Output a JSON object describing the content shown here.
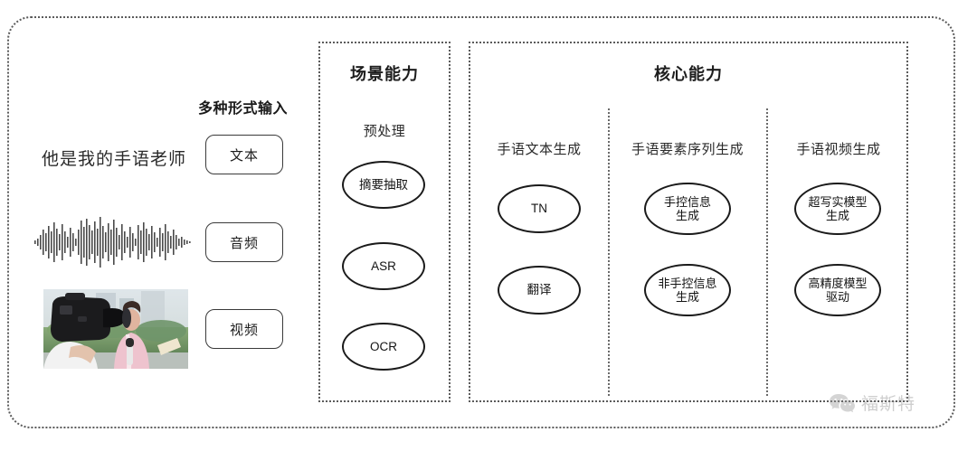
{
  "frame": {
    "name": "diagram-outer-frame"
  },
  "left_column": {
    "heading": "多种形式输入",
    "sample_sentence": "他是我的手语老师",
    "items": [
      {
        "label": "文本",
        "media": "text-sentence"
      },
      {
        "label": "音频",
        "media": "audio-waveform"
      },
      {
        "label": "视频",
        "media": "video-thumbnail"
      }
    ]
  },
  "scene_panel": {
    "title": "场景能力",
    "subtitle": "预处理",
    "nodes": [
      "摘要抽取",
      "ASR",
      "OCR"
    ]
  },
  "core_panel": {
    "title": "核心能力",
    "columns": [
      {
        "title": "手语文本生成",
        "nodes": [
          "TN",
          "翻译"
        ]
      },
      {
        "title": "手语要素序列生成",
        "nodes": [
          "手控信息\n生成",
          "非手控信息\n生成"
        ]
      },
      {
        "title": "手语视频生成",
        "nodes": [
          "超写实模型\n生成",
          "高精度模型\n驱动"
        ]
      }
    ]
  },
  "watermark": {
    "icon": "wechat-logo-icon",
    "text": "福斯特"
  },
  "colors": {
    "frame_border": "#5b5b5b",
    "node_border": "#1a1a1a",
    "text": "#1d1d1d",
    "watermark": "#8d8d8d"
  }
}
